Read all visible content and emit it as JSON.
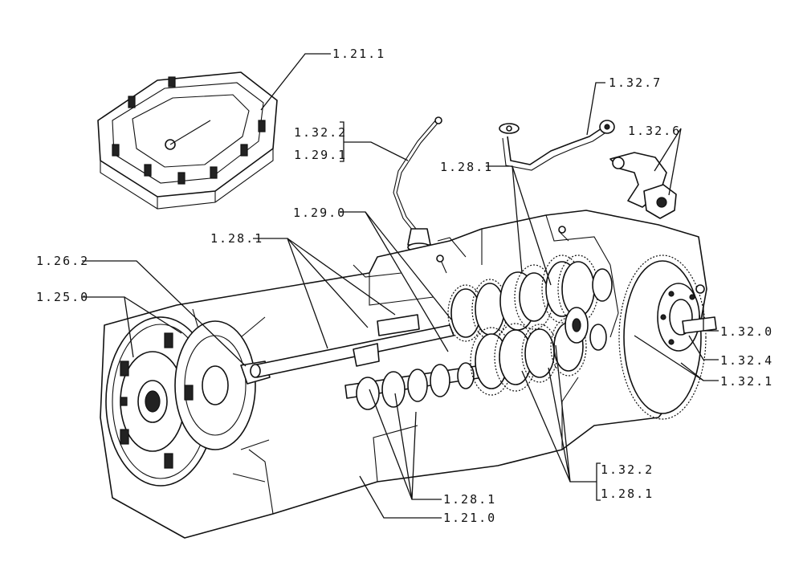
{
  "callouts": {
    "c_1_21_1": "1.21.1",
    "c_1_32_7": "1.32.7",
    "c_1_32_2a": "1.32.2",
    "c_1_29_1": "1.29.1",
    "c_1_32_6": "1.32.6",
    "c_1_28_1a": "1.28.1",
    "c_1_29_0": "1.29.0",
    "c_1_28_1b": "1.28.1",
    "c_1_26_2": "1.26.2",
    "c_1_25_0": "1.25.0",
    "c_1_32_0": "1.32.0",
    "c_1_32_4": "1.32.4",
    "c_1_32_1": "1.32.1",
    "c_1_32_2b": "1.32.2",
    "c_1_28_1c": "1.28.1",
    "c_1_28_1d": "1.28.1",
    "c_1_21_0": "1.21.0"
  }
}
